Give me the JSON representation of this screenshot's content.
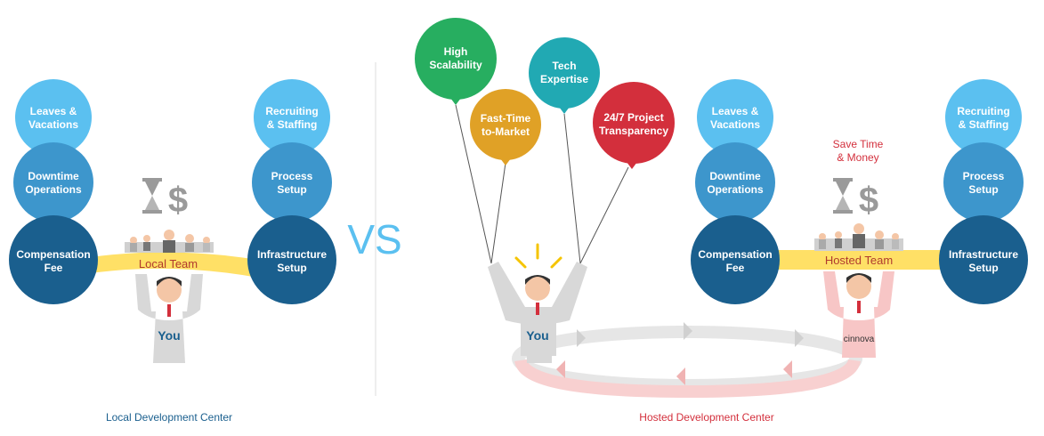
{
  "left": {
    "caption": "Local Development Center",
    "circles_left": [
      {
        "line1": "Leaves &",
        "line2": "Vacations"
      },
      {
        "line1": "Downtime",
        "line2": "Operations"
      },
      {
        "line1": "Compensation",
        "line2": "Fee"
      }
    ],
    "circles_right": [
      {
        "line1": "Recruiting",
        "line2": "& Staffing"
      },
      {
        "line1": "Process",
        "line2": "Setup"
      },
      {
        "line1": "Infrastructure",
        "line2": "Setup"
      }
    ],
    "team_label": "Local Team",
    "person_label": "You"
  },
  "vs_label": "VS",
  "right": {
    "caption": "Hosted Development Center",
    "balloons": [
      {
        "line1": "High",
        "line2": "Scalability",
        "color": "#27ae60"
      },
      {
        "line1": "Fast-Time",
        "line2": "to-Market",
        "color": "#e0a126"
      },
      {
        "line1": "Tech",
        "line2": "Expertise",
        "color": "#21a9b3"
      },
      {
        "line1": "24/7 Project",
        "line2": "Transparency",
        "color": "#d32f3c"
      }
    ],
    "person_label": "You",
    "circles_left": [
      {
        "line1": "Leaves &",
        "line2": "Vacations"
      },
      {
        "line1": "Downtime",
        "line2": "Operations"
      },
      {
        "line1": "Compensation",
        "line2": "Fee"
      }
    ],
    "circles_right": [
      {
        "line1": "Recruiting",
        "line2": "& Staffing"
      },
      {
        "line1": "Process",
        "line2": "Setup"
      },
      {
        "line1": "Infrastructure",
        "line2": "Setup"
      }
    ],
    "save_line1": "Save Time",
    "save_line2": "& Money",
    "team_label": "Hosted Team",
    "logo_text": "cinnova"
  },
  "colors": {
    "circle_light": "#5bc0f0",
    "circle_mid": "#3d96cc",
    "circle_dark": "#1a5f8e",
    "bar": "#ffe066",
    "caption_left": "#1a5f8e",
    "caption_right": "#d32f3c"
  }
}
